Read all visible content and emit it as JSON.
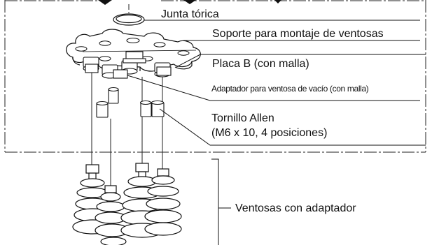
{
  "labels": {
    "o_ring": "Junta tórica",
    "mount_bracket": "Soporte para montaje de ventosas",
    "plate_b": "Placa B (con malla)",
    "adapter": "Adaptador para ventosa de vacío (con malla)",
    "screw_line1": "Tornillo Allen",
    "screw_line2": "(M6 x 10, 4 posiciones)",
    "cups": "Ventosas con adaptador"
  }
}
